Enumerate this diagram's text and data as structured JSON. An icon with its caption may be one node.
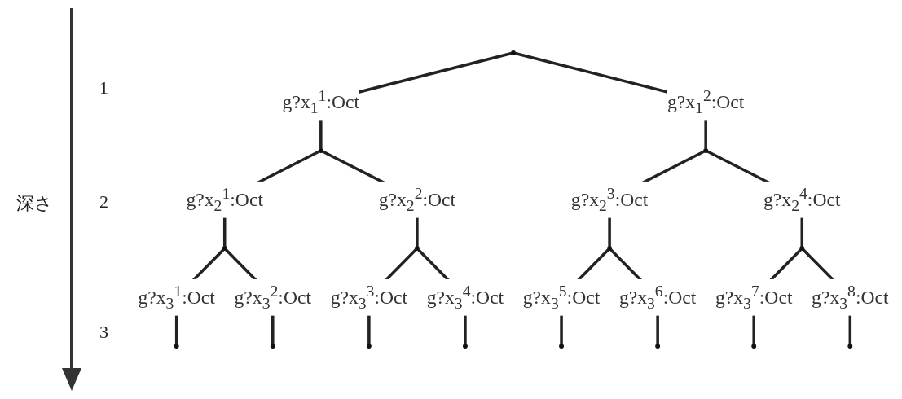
{
  "diagram": {
    "nodes": [
      {
        "text": [],
        "shape": "circle"
      },
      {
        "text": [],
        "shape": "circle"
      },
      {
        "text": [],
        "shape": "circle"
      },
      {
        "text": [],
        "shape": "circle"
      },
      {
        "text": [],
        "shape": "circle"
      },
      {
        "text": [],
        "shape": "circle"
      },
      {
        "text": [],
        "shape": "circle"
      },
      {
        "text": [],
        "shape": "circle"
      },
      {
        "text": [],
        "shape": "circle"
      },
      {
        "text": [],
        "shape": "circle"
      },
      {
        "text": [],
        "shape": "circle"
      },
      {
        "text": [],
        "shape": "circle"
      },
      {
        "text": [],
        "shape": "circle"
      },
      {
        "text": [],
        "shape": "circle"
      },
      {
        "text": [],
        "shape": "circle"
      }
    ],
    "edges": [
      {
        "from": 0,
        "to": 1,
        "arrow": "none",
        "label": "g?x$_{1}$$^{1}$:Oct"
      },
      {
        "from": 0,
        "to": 2,
        "arrow": "none",
        "label": "g?x$_{1}$$^{2}$:Oct"
      },
      {
        "from": 1,
        "to": 3,
        "arrow": "none",
        "label": "g?x$_{2}$$^{1}$:Oct"
      },
      {
        "from": 1,
        "to": 4,
        "arrow": "none",
        "label": "g?x$_{2}$$^{2}$:Oct"
      },
      {
        "from": 2,
        "to": 5,
        "arrow": "none",
        "label": "g?x$_{2}$$^{3}$:Oct"
      },
      {
        "from": 2,
        "to": 6,
        "arrow": "none",
        "label": "g?x$_{2}$$^{4}$:Oct"
      },
      {
        "from": 3,
        "to": 7,
        "arrow": "none",
        "label": "g?x$_{3}$$^{1}$:Oct"
      },
      {
        "from": 3,
        "to": 8,
        "arrow": "none",
        "label": "g?x$_{3}$$^{2}$:Oct"
      },
      {
        "from": 4,
        "to": 9,
        "arrow": "none",
        "label": "g?x$_{3}$$^{3}$:Oct"
      },
      {
        "from": 4,
        "to": 10,
        "arrow": "none",
        "label": "g?x$_{3}$$^{4}$:Oct"
      },
      {
        "from": 5,
        "to": 11,
        "arrow": "none",
        "label": "g?x$_{3}$$^{5}$:Oct"
      },
      {
        "from": 5,
        "to": 12,
        "arrow": "none",
        "label": "g?x$_{3}$$^{6}$:Oct"
      },
      {
        "from": 6,
        "to": 13,
        "arrow": "none",
        "label": "g?x$_{3}$$^{7}$:Oct"
      },
      {
        "from": 6,
        "to": 14,
        "arrow": "none",
        "label": "g?x$_{3}$$^{8}$:Oct"
      }
    ],
    "labels": [
      "深さ",
      "1",
      "2",
      "3"
    ]
  }
}
